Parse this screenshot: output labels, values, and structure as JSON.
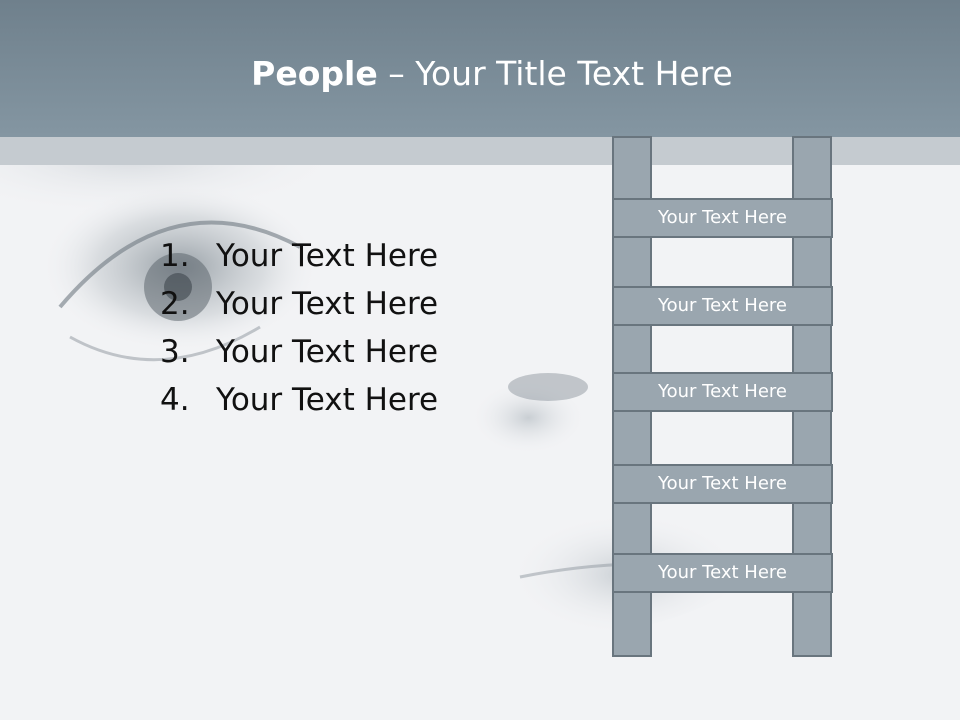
{
  "slide": {
    "title_bold": "People",
    "title_rest": " – Your Title Text Here"
  },
  "list": {
    "items": [
      {
        "number": "1.",
        "text": "Your Text Here"
      },
      {
        "number": "2.",
        "text": "Your Text Here"
      },
      {
        "number": "3.",
        "text": "Your Text Here"
      },
      {
        "number": "4.",
        "text": "Your Text Here"
      }
    ]
  },
  "ladder": {
    "rungs": [
      "Your Text Here",
      "Your Text Here",
      "Your Text Here",
      "Your Text Here",
      "Your Text Here"
    ]
  },
  "colors": {
    "title_bar": "#7d8e9a",
    "ladder_fill": "#9aa6af",
    "ladder_border": "#69757e",
    "background": "#f3f4f6"
  }
}
